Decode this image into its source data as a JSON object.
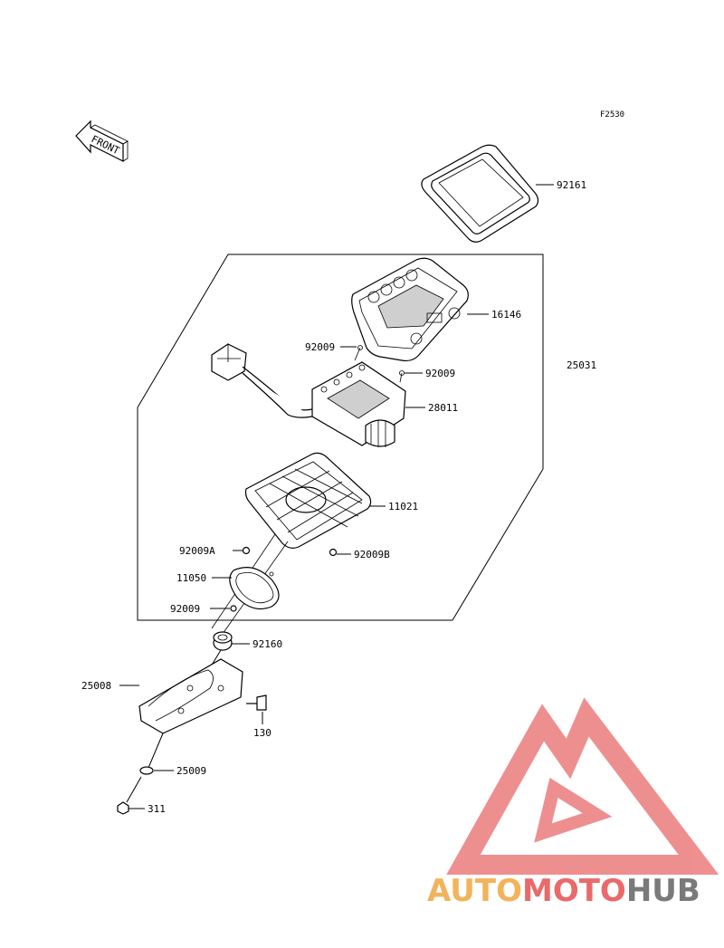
{
  "diagram": {
    "ref_code": "F2530",
    "front_label": "FRONT",
    "parts": [
      {
        "id": "p92161",
        "number": "92161",
        "name": "lens-gasket"
      },
      {
        "id": "p16146",
        "number": "16146",
        "name": "meter-case-cover"
      },
      {
        "id": "p25031",
        "number": "25031",
        "name": "meter-assembly"
      },
      {
        "id": "p92009_top",
        "number": "92009",
        "name": "screw-top-left"
      },
      {
        "id": "p92009_right",
        "number": "92009",
        "name": "screw-top-right"
      },
      {
        "id": "p28011",
        "number": "28011",
        "name": "meter-unit"
      },
      {
        "id": "p11021",
        "number": "11021",
        "name": "meter-case"
      },
      {
        "id": "p92009A",
        "number": "92009A",
        "name": "screw-a"
      },
      {
        "id": "p92009B",
        "number": "92009B",
        "name": "screw-b"
      },
      {
        "id": "p11050",
        "number": "11050",
        "name": "gasket-ring"
      },
      {
        "id": "p92009_low",
        "number": "92009",
        "name": "screw-lower"
      },
      {
        "id": "p92160",
        "number": "92160",
        "name": "damper"
      },
      {
        "id": "p25008",
        "number": "25008",
        "name": "bracket"
      },
      {
        "id": "p130",
        "number": "130",
        "name": "bolt"
      },
      {
        "id": "p25009",
        "number": "25009",
        "name": "washer"
      },
      {
        "id": "p311",
        "number": "311",
        "name": "nut"
      }
    ]
  },
  "watermark": {
    "brand_part1": "AUTO",
    "brand_part2": "MOTO",
    "brand_part3": "HUB",
    "color_orange": "#f3b35a",
    "color_red": "#e96a6a",
    "color_gray": "#7a7a7a"
  }
}
